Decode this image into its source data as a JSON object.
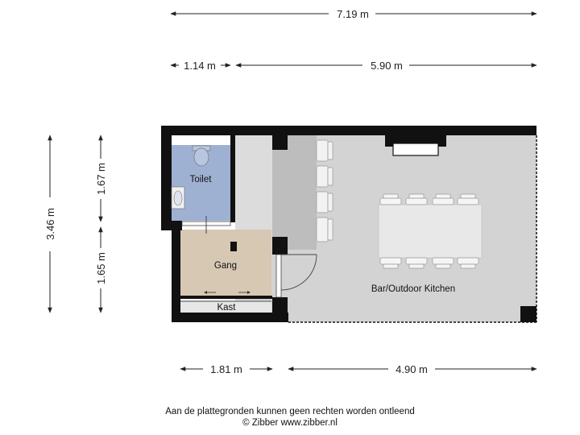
{
  "dimensions": {
    "top_total": "7.19 m",
    "top_left": "1.14 m",
    "top_right": "5.90 m",
    "left_total": "3.46 m",
    "left_upper": "1.67 m",
    "left_lower": "1.65 m",
    "bottom_left": "1.81 m",
    "bottom_right": "4.90 m"
  },
  "rooms": {
    "toilet": "Toilet",
    "gang": "Gang",
    "kast": "Kast",
    "bar": "Bar/Outdoor Kitchen"
  },
  "colors": {
    "toilet": "#9fb1d3",
    "gang": "#d7c8b4",
    "bar": "#d3d3d3",
    "wall": "#111111",
    "counter": "#bdbdbd",
    "table": "#e8e8e8"
  },
  "footer": {
    "line1": "Aan de plattegronden kunnen geen rechten worden ontleend",
    "line2": "© Zibber www.zibber.nl"
  }
}
